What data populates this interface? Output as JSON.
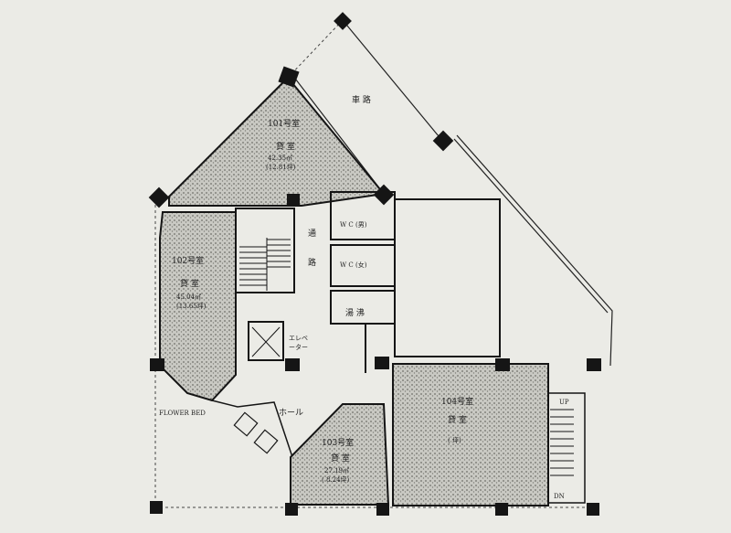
{
  "rooms": {
    "r101": {
      "name": "101号室",
      "use": "貸 室",
      "area": "42.35㎡",
      "tsubo": "(12.81坪)"
    },
    "r102": {
      "name": "102号室",
      "use": "貸 室",
      "area": "45.04㎡",
      "tsubo": "(13.65坪)"
    },
    "r103": {
      "name": "103号室",
      "use": "貸 室",
      "area": "27.19㎡",
      "tsubo": "( 8.24坪)"
    },
    "r104": {
      "name": "104号室",
      "use": "貸 室",
      "tsubo": "( 坪)"
    }
  },
  "labels": {
    "driveway": "車 路",
    "corridor_1": "通",
    "corridor_2": "路",
    "wc_men": "W C (男)",
    "wc_women": "W C (女)",
    "kitchenette": "湯 沸",
    "elevator_1": "エレベ",
    "elevator_2": "ーター",
    "hall": "ホール",
    "flower_bed": "FLOWER BED",
    "stair_up": "UP",
    "stair_down": "DN"
  },
  "colors": {
    "paper": "#ebebe6",
    "wall": "#151515",
    "hatch": "#9a9a94"
  }
}
